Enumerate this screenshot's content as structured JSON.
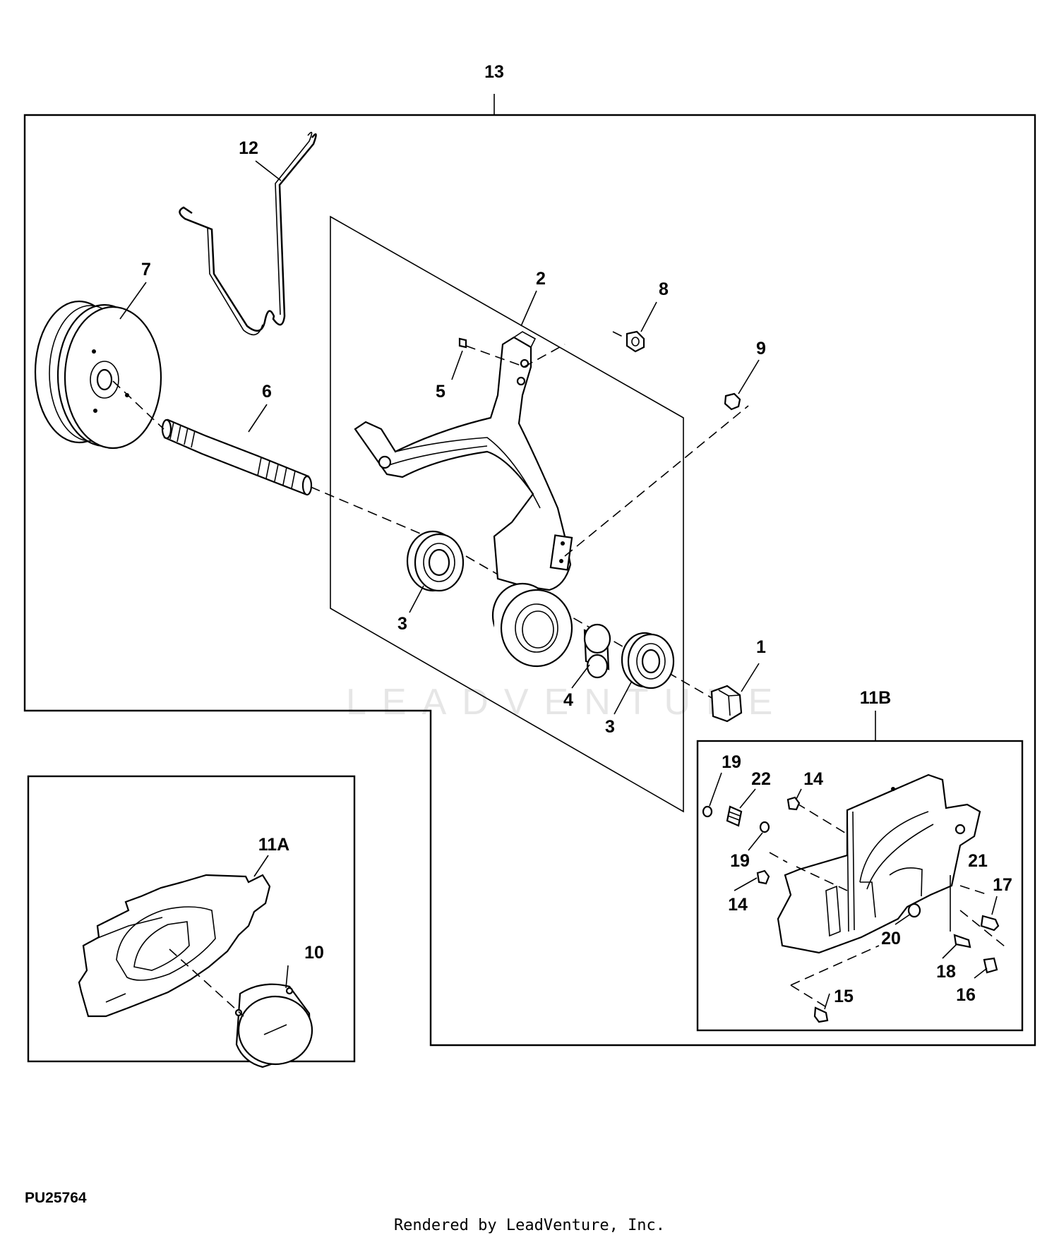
{
  "callouts": {
    "c13": "13",
    "c12": "12",
    "c7": "7",
    "c6": "6",
    "c2": "2",
    "c8": "8",
    "c5": "5",
    "c9": "9",
    "c3a": "3",
    "c1": "1",
    "c4": "4",
    "c3b": "3",
    "c11B": "11B",
    "c19a": "19",
    "c22": "22",
    "c14a": "14",
    "c19b": "19",
    "c14b": "14",
    "c21": "21",
    "c17": "17",
    "c20": "20",
    "c18": "18",
    "c15": "15",
    "c16": "16",
    "c11A": "11A",
    "c10": "10"
  },
  "figure_id": "PU25764",
  "footer": "Rendered by LeadVenture, Inc.",
  "watermark": "LEADVENTURE"
}
